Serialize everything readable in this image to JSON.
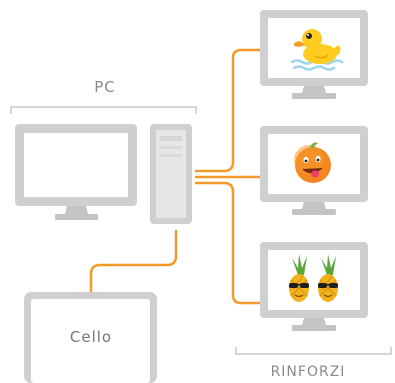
{
  "diagram": {
    "pc_label": "PC",
    "cello_label": "Cello",
    "rinforzi_label": "RINFORZI"
  },
  "colors": {
    "connector": "#f39a2b",
    "device_gray": "#cfcfcf",
    "device_gray_dark": "#bdbdbd",
    "screen": "#ffffff",
    "bracket": "#c8c8c8",
    "label_text": "#8a8a8a"
  },
  "icons": {
    "display_1": "rubber-duck-emoji",
    "display_2": "orange-tongue-out-emoji",
    "display_3": "pineapples-with-sunglasses-emoji"
  }
}
